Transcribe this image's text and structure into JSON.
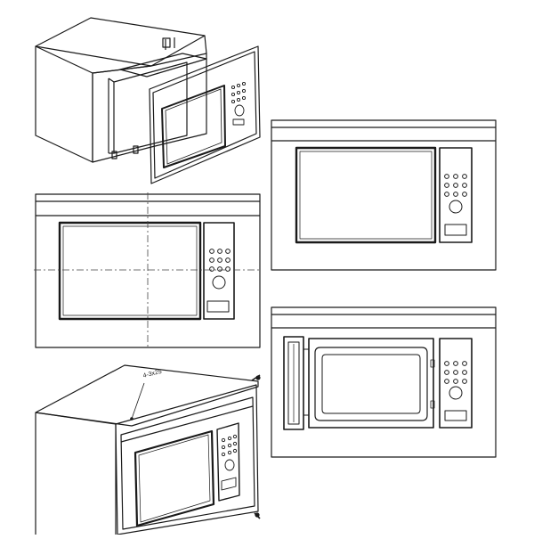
{
  "diagram": {
    "screw_callout": "4-3x25",
    "colors": {
      "line": "#1a1a1a",
      "dashed": "#444444",
      "paper": "#ffffff"
    },
    "panels": [
      {
        "name": "cabinet-insertion-view"
      },
      {
        "name": "front-view-with-frame"
      },
      {
        "name": "front-view-centerlines"
      },
      {
        "name": "front-view-door-open"
      },
      {
        "name": "cabinet-screw-fixing-view"
      }
    ]
  }
}
